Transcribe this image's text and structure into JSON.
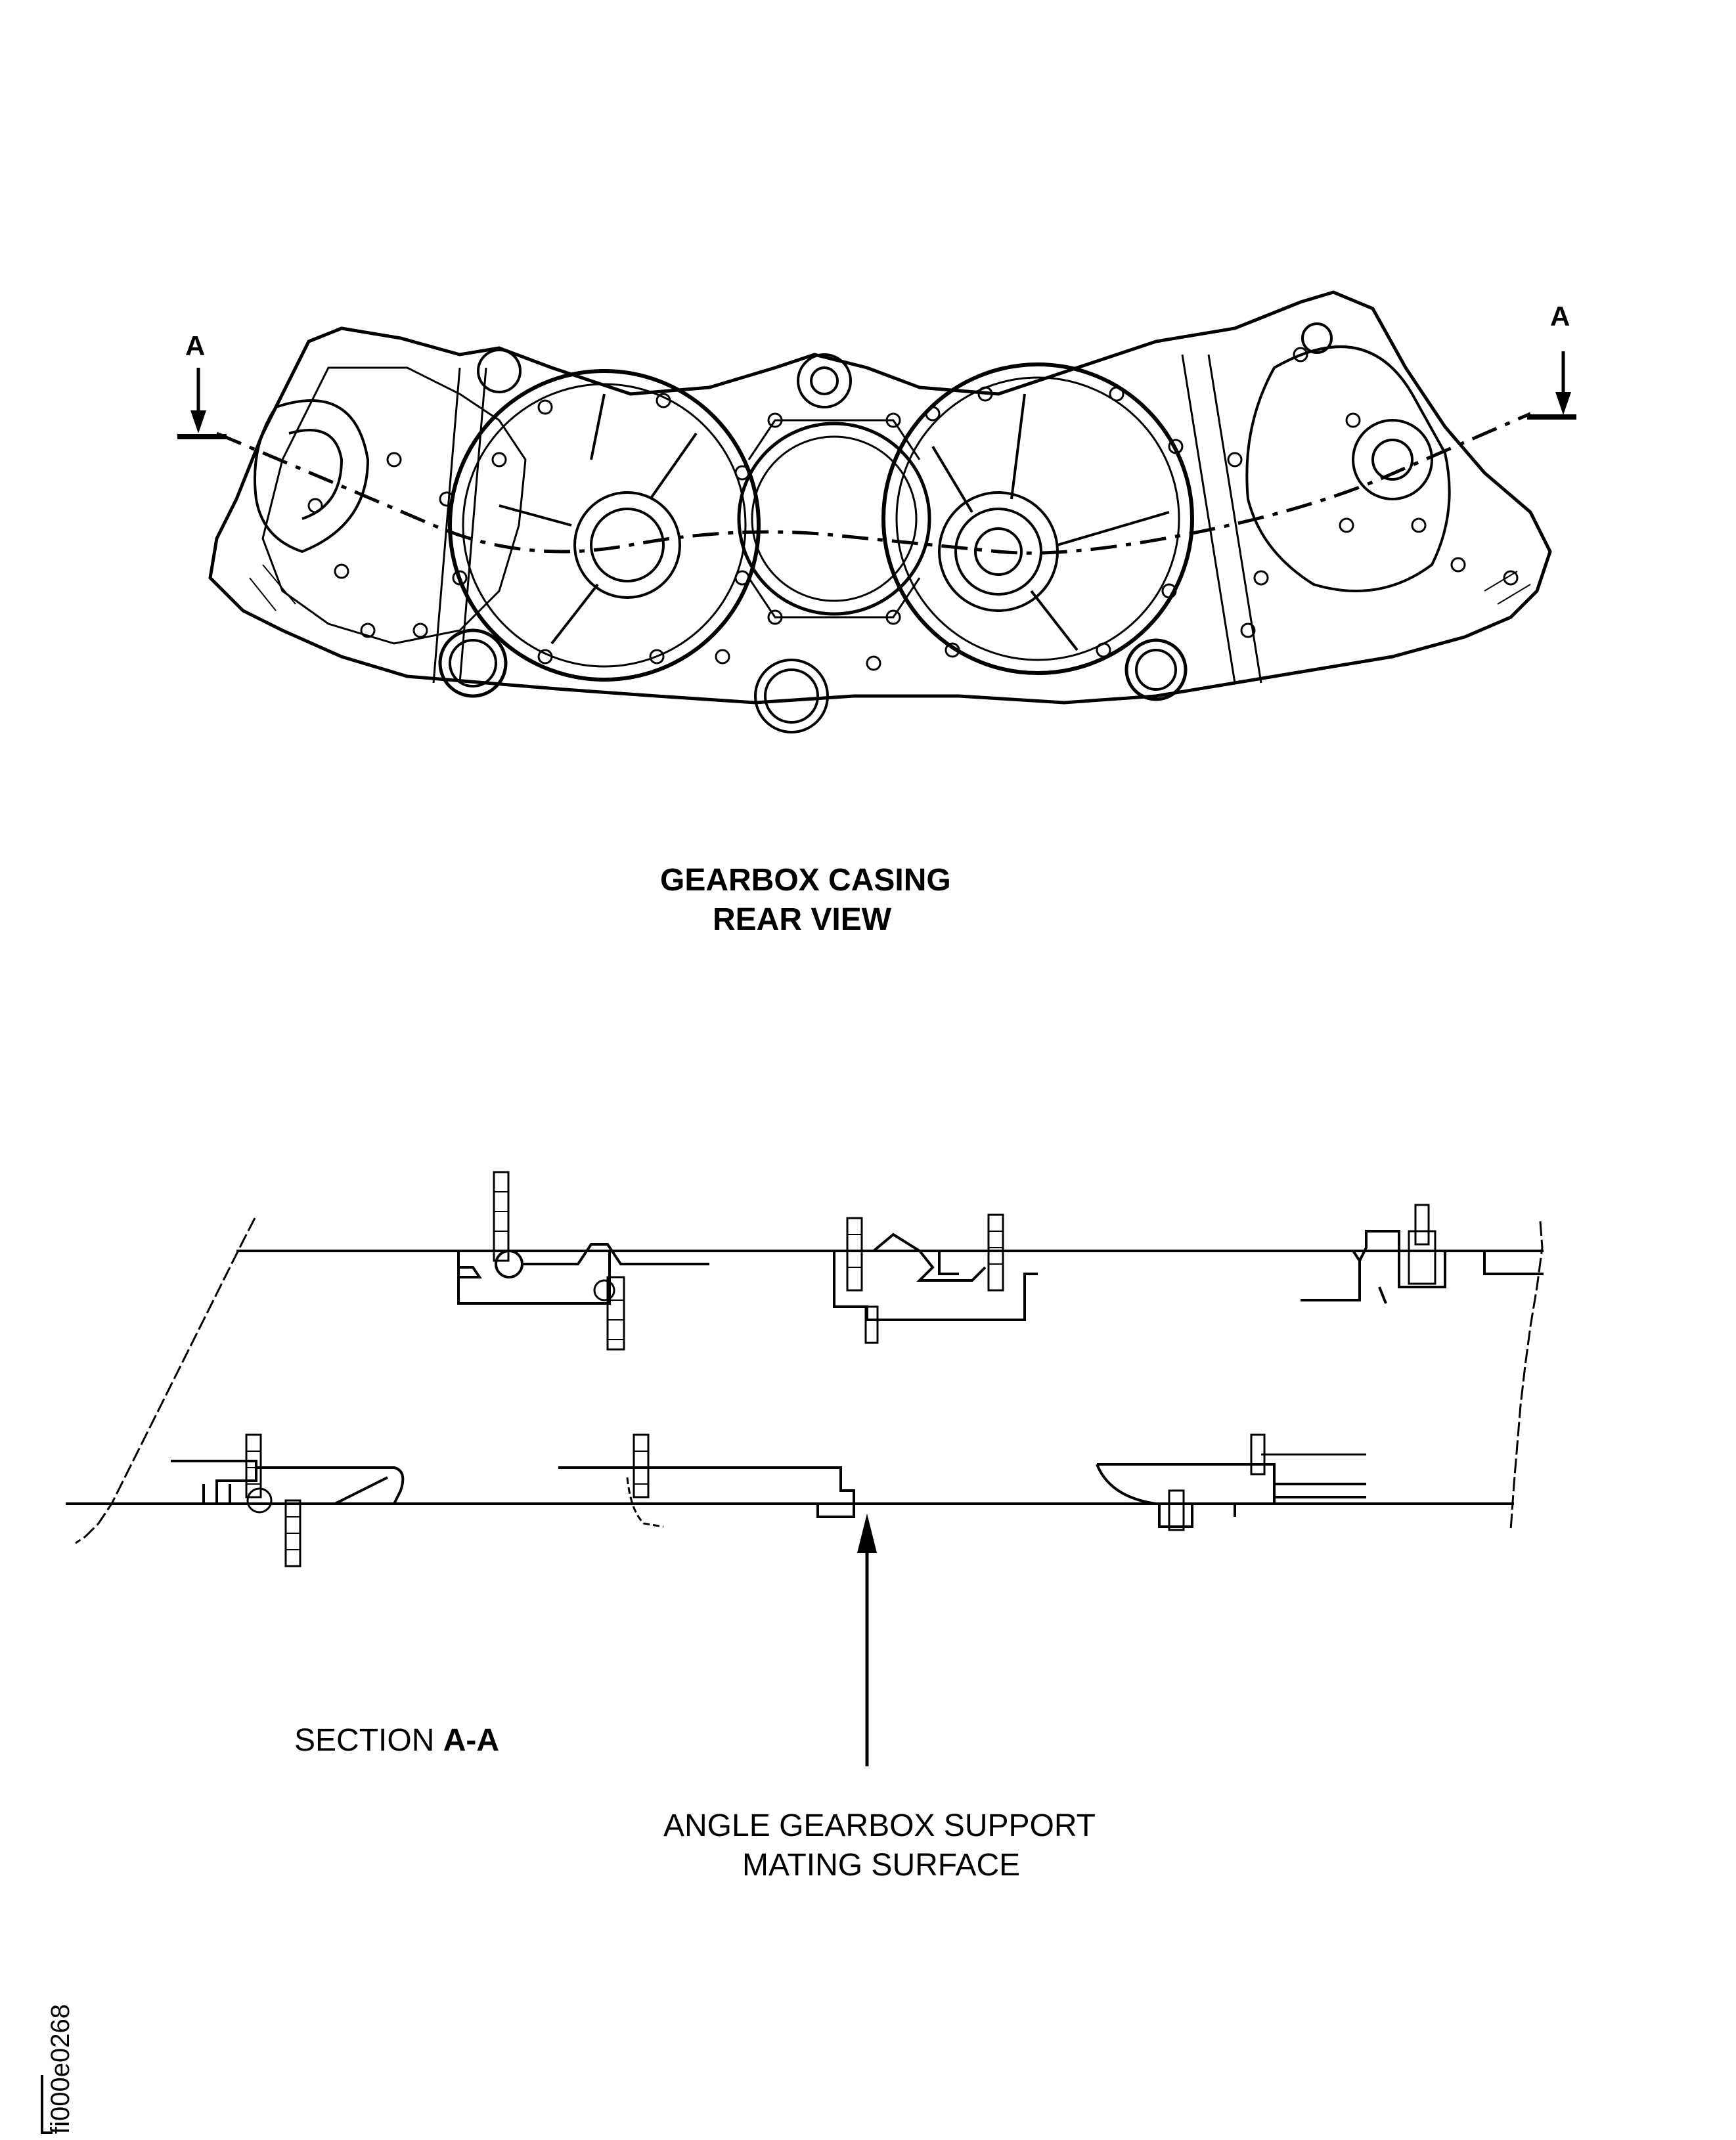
{
  "labels": {
    "cut_mark_left": "A",
    "cut_mark_right": "A",
    "view_title_line1": "GEARBOX CASING",
    "view_title_line2": "REAR  VIEW",
    "section_prefix": "SECTION",
    "section_id": "A-A",
    "callout_line1": "ANGLE GEARBOX SUPPORT",
    "callout_line2": "MATING SURFACE",
    "figure_id": "fi000e0268"
  },
  "colors": {
    "ink": "#000000",
    "paper": "#ffffff"
  }
}
